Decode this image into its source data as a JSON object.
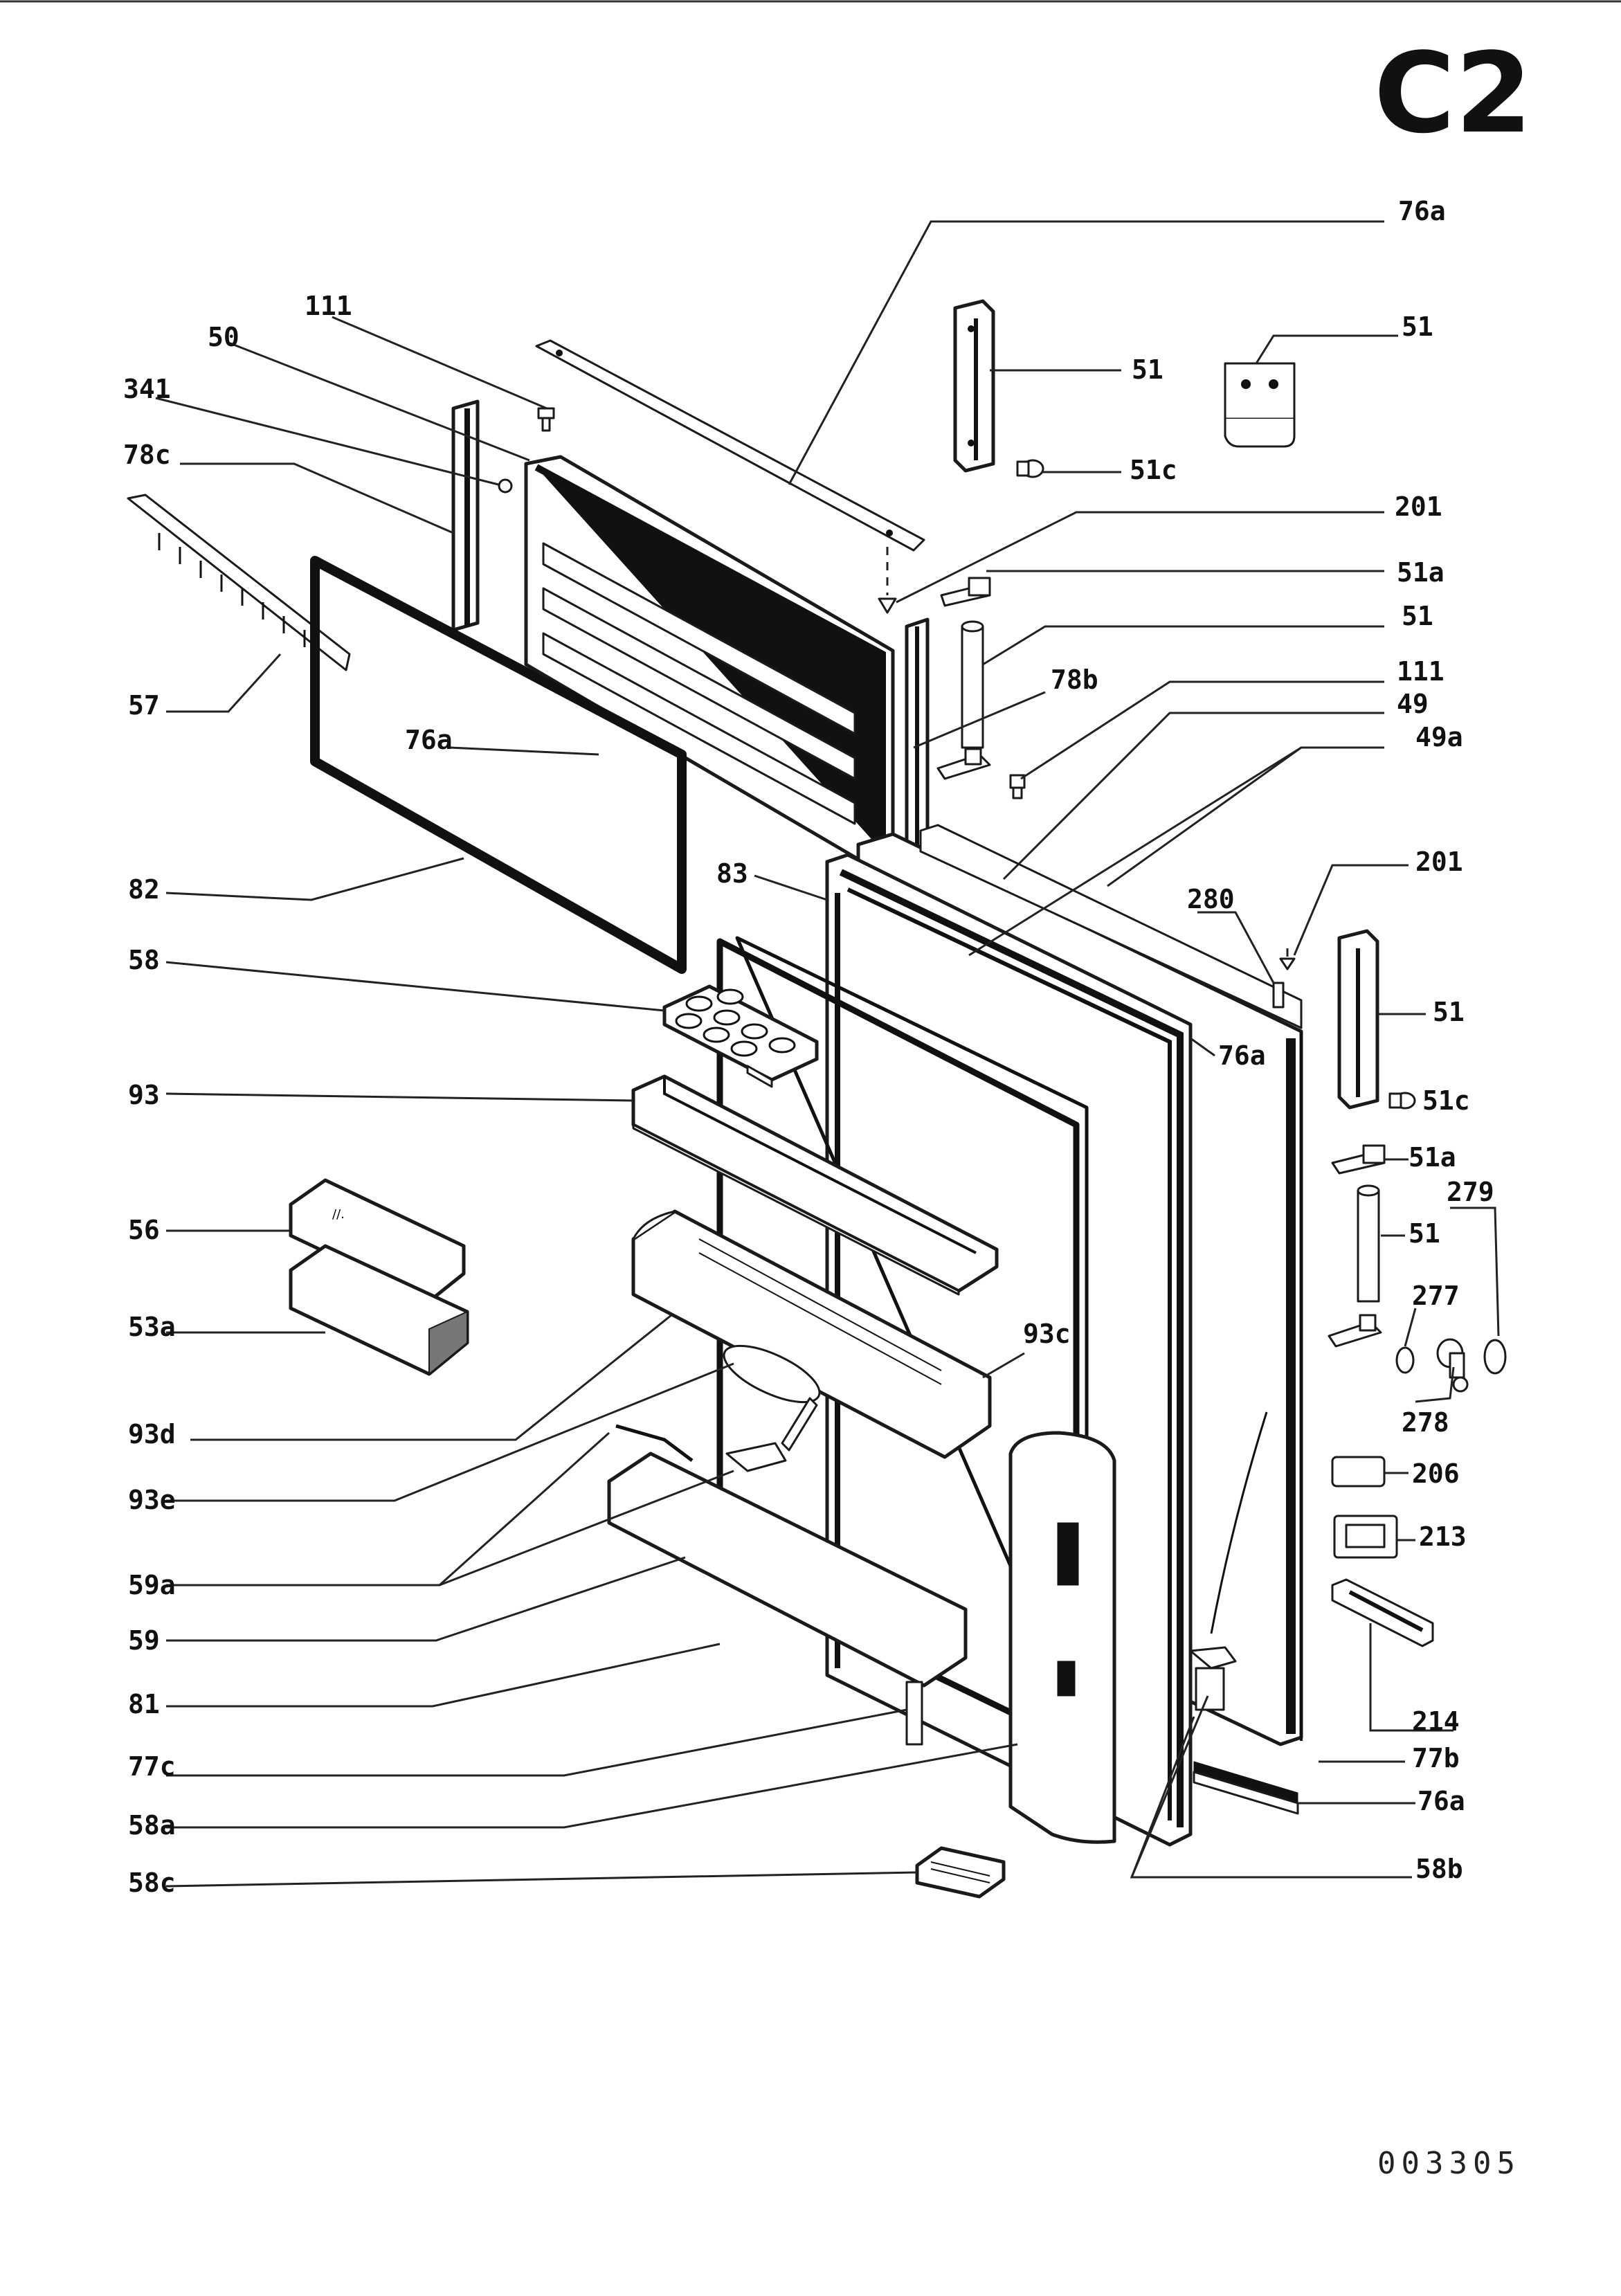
{
  "sheet_label": "C2",
  "document_number": "003305",
  "callouts": [
    {
      "id": "c-76a-top",
      "label": "76a"
    },
    {
      "id": "c-51-top",
      "label": "51"
    },
    {
      "id": "c-51-hinge",
      "label": "51"
    },
    {
      "id": "c-111-top",
      "label": "111"
    },
    {
      "id": "c-50",
      "label": "50"
    },
    {
      "id": "c-341",
      "label": "341"
    },
    {
      "id": "c-78c",
      "label": "78c"
    },
    {
      "id": "c-51c-top",
      "label": "51c"
    },
    {
      "id": "c-201-top",
      "label": "201"
    },
    {
      "id": "c-51a-top",
      "label": "51a"
    },
    {
      "id": "c-51-pin",
      "label": "51"
    },
    {
      "id": "c-78b",
      "label": "78b"
    },
    {
      "id": "c-111-mid",
      "label": "111"
    },
    {
      "id": "c-49",
      "label": "49"
    },
    {
      "id": "c-49a",
      "label": "49a"
    },
    {
      "id": "c-57",
      "label": "57"
    },
    {
      "id": "c-76a-left",
      "label": "76a"
    },
    {
      "id": "c-82",
      "label": "82"
    },
    {
      "id": "c-83",
      "label": "83"
    },
    {
      "id": "c-201-mid",
      "label": "201"
    },
    {
      "id": "c-280",
      "label": "280"
    },
    {
      "id": "c-58",
      "label": "58"
    },
    {
      "id": "c-76a-mid",
      "label": "76a"
    },
    {
      "id": "c-51-right",
      "label": "51"
    },
    {
      "id": "c-93",
      "label": "93"
    },
    {
      "id": "c-51c-right",
      "label": "51c"
    },
    {
      "id": "c-51a-right",
      "label": "51a"
    },
    {
      "id": "c-279",
      "label": "279"
    },
    {
      "id": "c-56",
      "label": "56"
    },
    {
      "id": "c-51-right-pin",
      "label": "51"
    },
    {
      "id": "c-277",
      "label": "277"
    },
    {
      "id": "c-53a",
      "label": "53a"
    },
    {
      "id": "c-93c",
      "label": "93c"
    },
    {
      "id": "c-278",
      "label": "278"
    },
    {
      "id": "c-93d",
      "label": "93d"
    },
    {
      "id": "c-206",
      "label": "206"
    },
    {
      "id": "c-93e",
      "label": "93e"
    },
    {
      "id": "c-213",
      "label": "213"
    },
    {
      "id": "c-59a",
      "label": "59a"
    },
    {
      "id": "c-59",
      "label": "59"
    },
    {
      "id": "c-81",
      "label": "81"
    },
    {
      "id": "c-214",
      "label": "214"
    },
    {
      "id": "c-77c",
      "label": "77c"
    },
    {
      "id": "c-77b",
      "label": "77b"
    },
    {
      "id": "c-58a",
      "label": "58a"
    },
    {
      "id": "c-76a-bottom",
      "label": "76a"
    },
    {
      "id": "c-58c",
      "label": "58c"
    },
    {
      "id": "c-58b",
      "label": "58b"
    }
  ]
}
